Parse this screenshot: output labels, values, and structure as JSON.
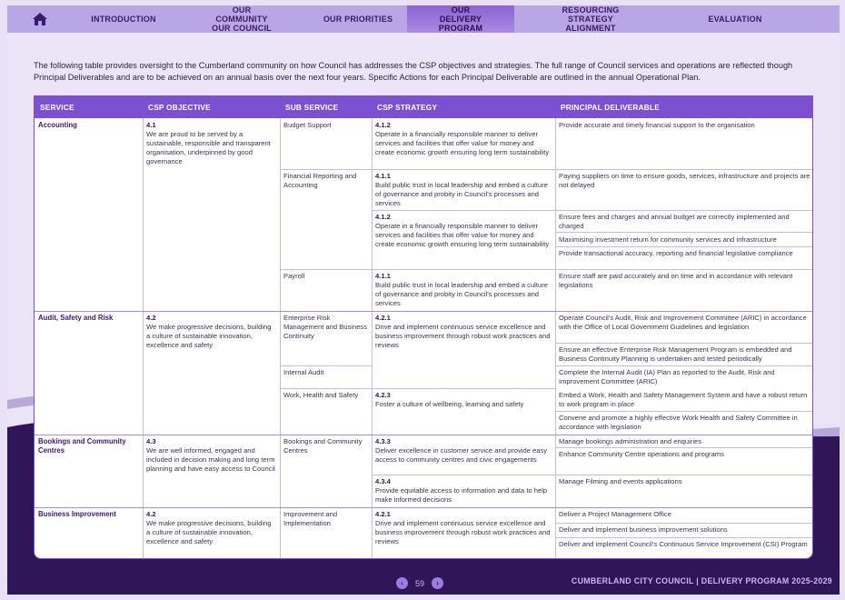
{
  "nav": {
    "tabs": [
      "INTRODUCTION",
      "OUR COMMUNITY OUR COUNCIL",
      "OUR PRIORITIES",
      "OUR DELIVERY PROGRAM",
      "RESOURCING STRATEGY ALIGNMENT",
      "EVALUATION"
    ],
    "active": "OUR DELIVERY PROGRAM"
  },
  "intro": "The following table provides oversight to the Cumberland community on how Council has addresses the CSP objectives and strategies. The full range of Council services and operations are reflected though Principal Deliverables and are to be achieved on an annual basis over the next four years. Specific Actions for each Principal Deliverable are outlined in the annual Operational Plan.",
  "table": {
    "headers": [
      "SERVICE",
      "CSP OBJECTIVE",
      "SUB SERVICE",
      "CSP STRATEGY",
      "PRINCIPAL DELIVERABLE"
    ],
    "services": [
      "Accounting",
      "Audit, Safety and Risk",
      "Bookings and Community Centres",
      "Business Improvement"
    ],
    "objectives": [
      {
        "code": "4.1",
        "text": "We are proud to be served by a sustainable, responsible and transparent organisation, underpinned by good governance"
      },
      {
        "code": "4.2",
        "text": "We make progressive decisions, building a culture of sustainable innovation, excellence and safety"
      },
      {
        "code": "4.3",
        "text": "We are well informed, engaged and included in decision making and long term planning and have easy access to Council"
      },
      {
        "code": "4.2",
        "text": "We make progressive decisions, building a culture of sustainable innovation, excellence and safety"
      }
    ],
    "subservices": [
      "Budget Support",
      "Financial Reporting and Accounting",
      "Payroll",
      "Enterprise Risk Management and Business Continuity",
      "Internal Audit",
      "Work, Health and Safety",
      "Bookings and Community Centres",
      "Improvement and Implementation"
    ],
    "strategies": [
      {
        "code": "4.1.2",
        "text": "Operate in a financially responsible manner to deliver services and facilities that offer value for money and create economic growth ensuring long term sustainability"
      },
      {
        "code": "4.1.1",
        "text": "Build public trust in local leadership and embed a culture of governance and probity in Council's processes and services"
      },
      {
        "code": "4.1.2",
        "text": "Operate in a financially responsible manner to deliver services and facilities that offer value for money and create economic growth ensuring long term sustainability"
      },
      {
        "code": "4.1.1",
        "text": "Build public trust in local leadership and embed a culture of governance and probity in Council's processes and services"
      },
      {
        "code": "4.2.1",
        "text": "Drive and implement continuous service excellence and business improvement through robust work practices and reviews"
      },
      {
        "code": "4.2.3",
        "text": "Foster a culture of wellbeing, learning and safety"
      },
      {
        "code": "4.3.3",
        "text": "Deliver excellence in customer service and provide easy access to community centres and civic engagements"
      },
      {
        "code": "4.3.4",
        "text": "Provide equitable access to information and data to help make informed decisions"
      },
      {
        "code": "4.2.1",
        "text": "Drive and implement continuous service excellence and business improvement through robust work practices and reviews"
      }
    ],
    "deliverables": [
      "Provide accurate and timely financial support to the organisation",
      "Paying suppliers on time to ensure goods, services, infrastructure and projects are not delayed",
      "Ensure fees and charges and annual budget are correctly implemented and charged",
      "Maximising investment return for community services and infrastructure",
      "Provide transactional accuracy, reporting and financial legislative compliance",
      "Ensure staff are paid accurately and on time and in accordance with relevant legislations",
      "Operate Council's Audit, Risk and Improvement Committee (ARIC) in accordance with the Office of Local Government Guidelines and legislation",
      "Ensure an effective Enterprise Risk Management Program is embedded and Business Continuity Planning is undertaken and tested periodically",
      "Complete the Internal Audit (IA) Plan as reported to the Audit, Risk and Improvement Committee (ARIC)",
      "Embed a Work, Health and Safety Management System and have a robust return to work program in place",
      "Convene and promote a highly effective Work Health and Safety Committee in accordance with legislation",
      "Manage bookings administration and enquiries",
      "Enhance Community Centre operations and programs",
      "Manage Filming and events applications",
      "Deliver a Project Management Office",
      "Deliver and implement business improvement solutions",
      "Deliver and implement Council's Continuous Service Improvement (CSI) Program"
    ]
  },
  "footer": {
    "page": "59",
    "label": "CUMBERLAND CITY COUNCIL | DELIVERY PROGRAM 2025-2029",
    "prev_icon": "chevron-left-icon",
    "next_icon": "chevron-right-icon"
  },
  "colors": {
    "accent": "#7d4fd1",
    "nav": "#b9a6e4",
    "footer": "#2e1659"
  }
}
